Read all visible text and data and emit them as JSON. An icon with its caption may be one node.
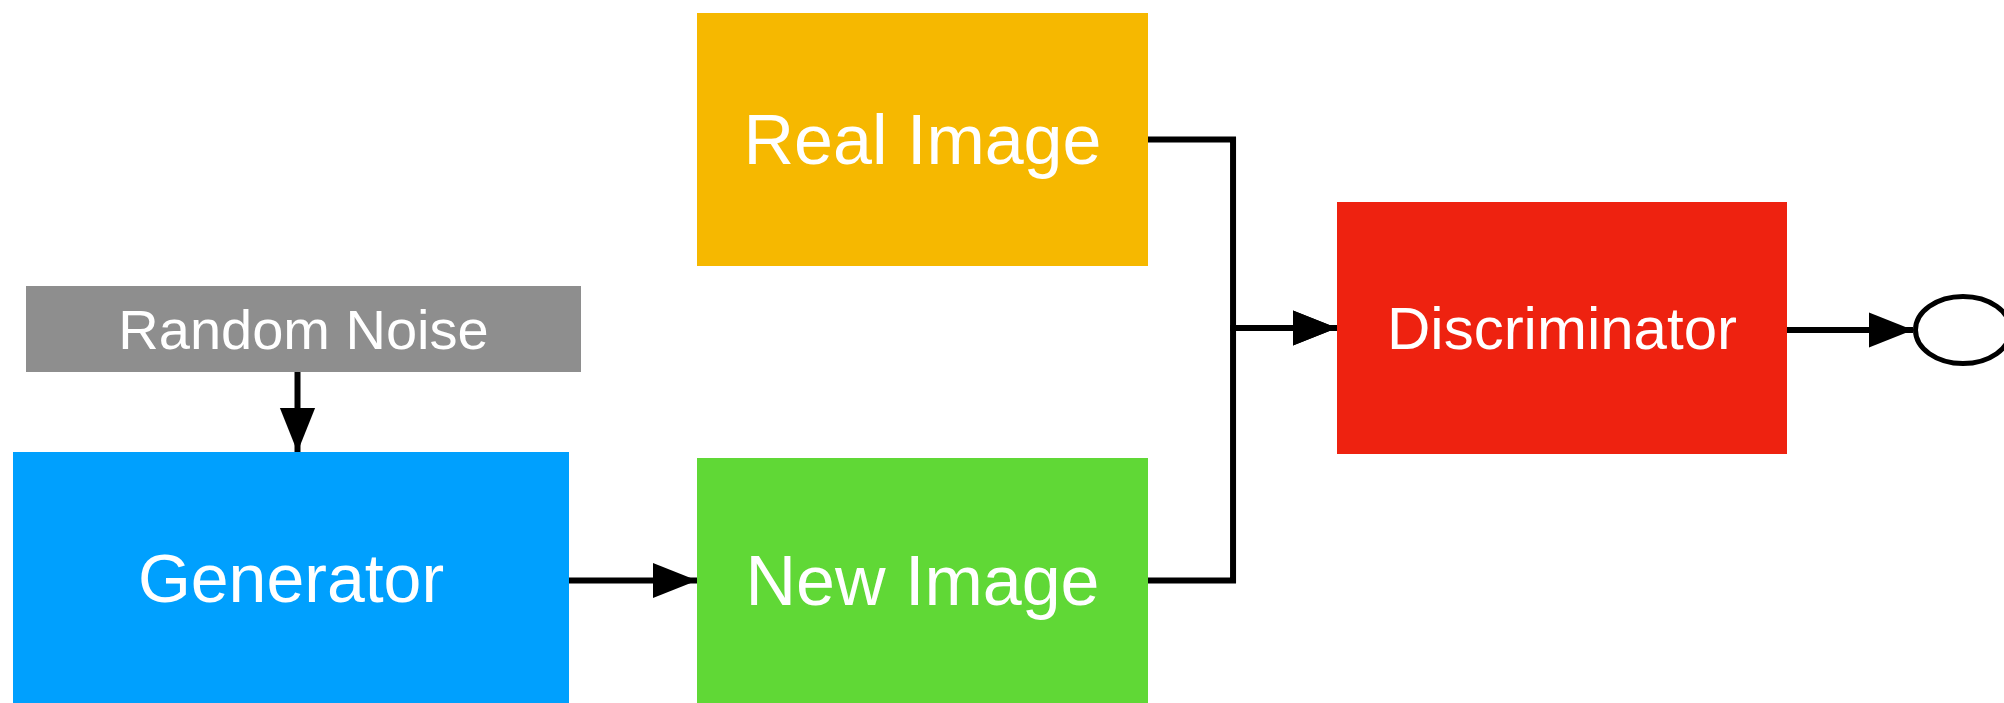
{
  "diagram": {
    "nodes": [
      {
        "text": [
          "Real Image"
        ]
      },
      {
        "text": [
          "Random Noise"
        ]
      },
      {
        "text": [
          "Discriminator"
        ]
      },
      {
        "text": [
          "Generator"
        ]
      },
      {
        "text": [
          "New Image"
        ]
      },
      {
        "text": [],
        "shape": "circle"
      }
    ],
    "edges": [
      {
        "from": 1,
        "to": 3,
        "arrow": "to"
      },
      {
        "from": 3,
        "to": 4,
        "arrow": "to"
      },
      {
        "from": 0,
        "to": 2,
        "arrow": "to"
      },
      {
        "from": 4,
        "to": 2,
        "arrow": "to"
      },
      {
        "from": 2,
        "to": 5,
        "arrow": "to"
      }
    ]
  }
}
